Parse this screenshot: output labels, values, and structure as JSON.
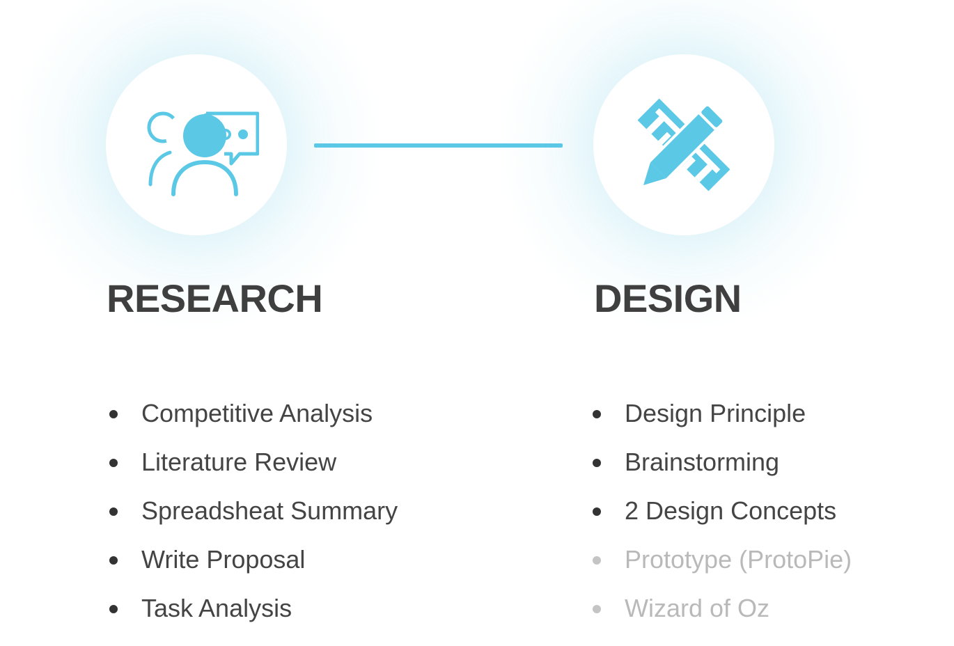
{
  "colors": {
    "accent": "#5bc8e6",
    "heading": "#3f3f3f",
    "text": "#444444",
    "muted": "#b9b9b9"
  },
  "research": {
    "icon": "user-interview-icon",
    "title": "RESEARCH",
    "items": [
      {
        "label": "Competitive Analysis",
        "status": "active"
      },
      {
        "label": "Literature Review",
        "status": "active"
      },
      {
        "label": "Spreadsheat Summary",
        "status": "active"
      },
      {
        "label": "Write Proposal",
        "status": "active"
      },
      {
        "label": "Task Analysis",
        "status": "active"
      }
    ]
  },
  "design": {
    "icon": "pencil-ruler-icon",
    "title": "DESIGN",
    "items": [
      {
        "label": "Design Principle",
        "status": "active"
      },
      {
        "label": "Brainstorming",
        "status": "active"
      },
      {
        "label": "2 Design Concepts",
        "status": "active"
      },
      {
        "label": "Prototype (ProtoPie)",
        "status": "muted"
      },
      {
        "label": "Wizard of Oz",
        "status": "muted"
      }
    ]
  }
}
